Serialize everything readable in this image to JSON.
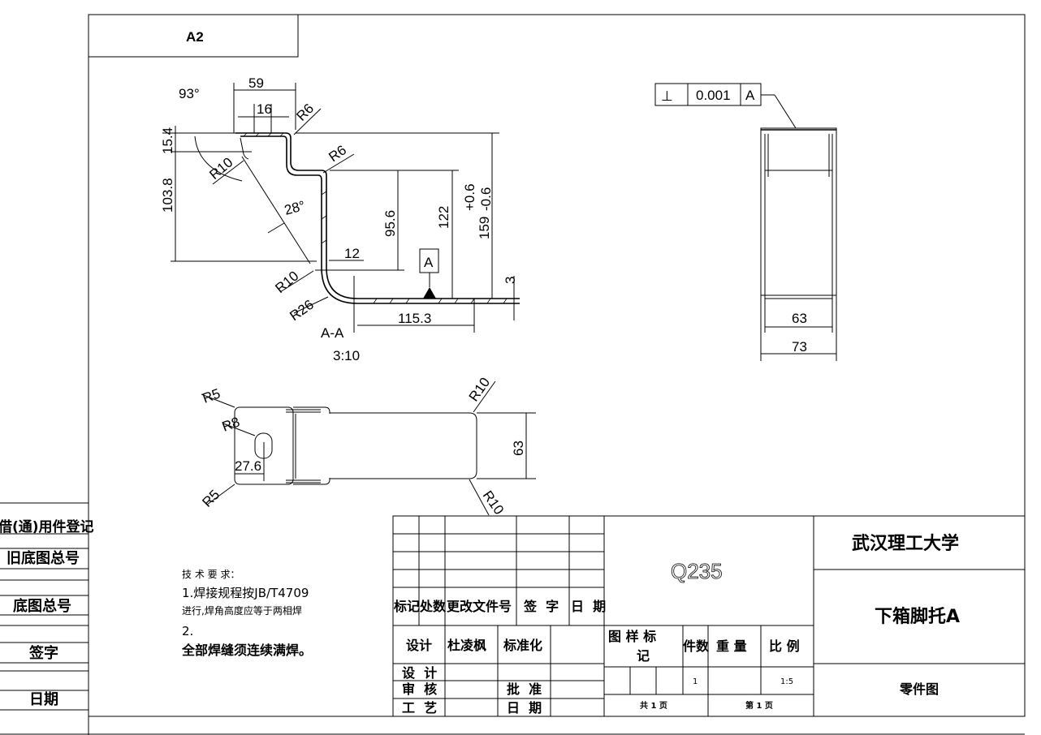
{
  "sheet": {
    "size_label": "A2"
  },
  "section_view": {
    "dims": {
      "angle_93": "93°",
      "w59": "59",
      "w16": "16",
      "r6_top": "R6",
      "r6_mid": "R6",
      "h15_4": "15.4",
      "r10_top": "R10",
      "h103_8": "103.8",
      "angle_28": "28°",
      "h95_6": "95.6",
      "h122": "122",
      "h159": "159",
      "tol_plus": "+0.6",
      "tol_minus": "-0.6",
      "w12": "12",
      "r10_bot": "R10",
      "r26": "R26",
      "w115_3": "115.3",
      "t3": "3",
      "datum": "A"
    },
    "label": "A-A",
    "scale": "3:10"
  },
  "side_view": {
    "tolerance_symbol": "⊥",
    "tolerance_value": "0.001",
    "datum": "A",
    "w63": "63",
    "w73": "73"
  },
  "plan_view": {
    "r5_top": "R5",
    "r8": "R8",
    "d27_6": "27.6",
    "r5_bot": "R5",
    "r10_top": "R10",
    "r10_bot": "R10",
    "w63": "63"
  },
  "left_strip": {
    "items": [
      "借(通)用件登记",
      "旧底图总号",
      "底图总号",
      "签字",
      "日期"
    ]
  },
  "tech_notes": {
    "title": "技 术 要 求：",
    "line1": "1.焊接规程按JB/T4709",
    "line2": "进行,焊角高度应等于两相焊",
    "line3": "2.",
    "line4": "全部焊缝须连续满焊。"
  },
  "title_block": {
    "rev_headers": [
      "标记",
      "处数",
      "更改文件号",
      "签  字",
      "日  期"
    ],
    "material": "Q235",
    "school": "武汉理工大学",
    "part_name": "下箱脚托A",
    "drawing_type": "零件图",
    "design_label": "设计",
    "designer": "杜凌枫",
    "standardize_label": "标准化",
    "design2_label": "设  计",
    "review_label": "审  核",
    "approve_label": "批  准",
    "process_label": "工  艺",
    "date_label": "日  期",
    "marking_label": "图 样 标",
    "marking_label2": "记",
    "qty_label": "件数",
    "weight_label": "重 量",
    "scale_label": "比 例",
    "qty_value": "1",
    "scale_value": "1:5",
    "total_pages": "共 1 页",
    "page_no": "第 1 页"
  }
}
